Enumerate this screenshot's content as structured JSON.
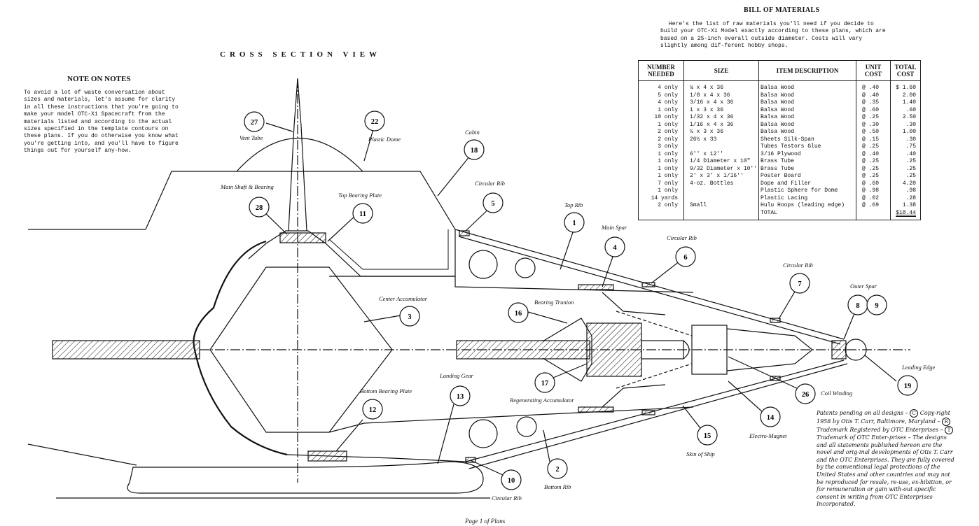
{
  "cross_section_title": "CROSS SECTION VIEW",
  "note": {
    "title": "NOTE ON NOTES",
    "body": "To avoid a lot of waste conversation about sizes and materials, let's assume for clarity in all these instructions that you're going to make your model OTC-X1 Spacecraft from the materials listed and according to the actual sizes specified in the template contours on these plans. If you do otherwise you know what you're getting into, and you'll have to figure things out for yourself any-how."
  },
  "bom": {
    "title": "BILL OF MATERIALS",
    "intro": "Here's the list of raw materials you'll need if you decide to build your OTC-X1 Model exactly according to these plans, which are based on a 25-inch overall outside diameter. Costs will vary slightly among dif-ferent hobby shops.",
    "headers": [
      "NUMBER NEEDED",
      "SIZE",
      "ITEM DESCRIPTION",
      "UNIT COST",
      "TOTAL COST"
    ],
    "rows": [
      [
        "4 only",
        "¼ x 4 x 36",
        "Balsa Wood",
        "@ .40",
        "$ 1.60"
      ],
      [
        "5 only",
        "1/8 x 4 x 36",
        "Balsa Wood",
        "@ .40",
        "2.00"
      ],
      [
        "4 only",
        "3/16 x 4 x 36",
        "Balsa Wood",
        "@ .35",
        "1.40"
      ],
      [
        "1 only",
        "1 x 3 x 36",
        "Balsa Wood",
        "@ .60",
        ".60"
      ],
      [
        "10 only",
        "1/32 x 4 x 36",
        "Balsa Wood",
        "@ .25",
        "2.50"
      ],
      [
        "1 only",
        "1/16 x 4 x 36",
        "Balsa Wood",
        "@ .30",
        ".30"
      ],
      [
        "2 only",
        "½ x 3 x 36",
        "Balsa Wood",
        "@ .50",
        "1.00"
      ],
      [
        "2 only",
        "26½ x 33",
        "Sheets Silk-Span",
        "@ .15",
        ".30"
      ],
      [
        "3 only",
        "",
        "Tubes Testors Glue",
        "@ .25",
        ".75"
      ],
      [
        "1 only",
        "6'' x 12''",
        "3/16 Plywood",
        "@ .40",
        ".40"
      ],
      [
        "1 only",
        "1/4 Diameter x 10\"",
        "Brass Tube",
        "@ .25",
        ".25"
      ],
      [
        "1 only",
        "9/32 Diameter x 10''",
        "Brass Tube",
        "@ .25",
        ".25"
      ],
      [
        "1 only",
        "2' x 3' x 1/16''",
        "Poster Board",
        "@ .25",
        ".25"
      ],
      [
        "7 only",
        "4-oz. Bottles",
        "Dope and Filler",
        "@ .60",
        "4.20"
      ],
      [
        "1 only",
        "",
        "Plastic Sphere for Dome",
        "@ .98",
        ".98"
      ],
      [
        "14 yards",
        "",
        "Plastic Lacing",
        "@ .02",
        ".28"
      ],
      [
        "2 only",
        "Small",
        "Hulu Hoops (leading edge)",
        "@ .69",
        "1.38"
      ],
      [
        "",
        "",
        "TOTAL",
        "",
        "$18.44"
      ]
    ]
  },
  "diagram_labels": {
    "vent_tube": "Vent Tube",
    "plastic_dome": "Plastic Dome",
    "cabin": "Cabin",
    "main_shaft_bearing": "Main Shaft & Bearing",
    "top_bearing_plate": "Top Bearing Plate",
    "circular_rib_1": "Circular Rib",
    "top_rib": "Top Rib",
    "main_spar": "Main Spar",
    "circular_rib_2": "Circular Rib",
    "circular_rib_3": "Circular Rib",
    "outer_spar": "Outer Spar",
    "center_accumulator": "Center Accumulator",
    "bearing_trunion": "Bearing Trunion",
    "leading_edge": "Leading Edge",
    "coil_winding": "Coil Winding",
    "landing_gear": "Landing Gear",
    "bottom_bearing_plate": "Bottom Bearing Plate",
    "regenerating_accumulator": "Regenerating Accumulator",
    "electro_magnet": "Electro-Magnet",
    "skin_of_ship": "Skin of Ship",
    "bottom_rib": "Bottom Rib",
    "circular_rib_bottom": "Circular Rib"
  },
  "callouts": [
    "27",
    "22",
    "18",
    "28",
    "11",
    "5",
    "1",
    "4",
    "6",
    "7",
    "8",
    "9",
    "3",
    "16",
    "17",
    "19",
    "26",
    "14",
    "15",
    "12",
    "13",
    "2",
    "10"
  ],
  "patent": {
    "p1": "Patents pending on all designs –",
    "c_mark": "C",
    "p2": "Copy-right 1958 by Otis T. Carr, Baltimore, Maryland –",
    "r_mark": "R",
    "p3": "Trademark Registered by OTC Enterprises –",
    "t_mark": "T",
    "p4": "Trademark of OTC Enter-prises – The designs and all statements published hereon are the novel and orig-inal developments of Otis T. Carr and the OTC Enterprises. They are fully covered by the conventional legal protections of the United States and other countries and may not be reproduced for resale, re-use, ex-hibition, or for remuneration or gain with-out specific consent in writing from OTC Enterprises Incorporated."
  },
  "page_footer": "Page 1 of Plans"
}
